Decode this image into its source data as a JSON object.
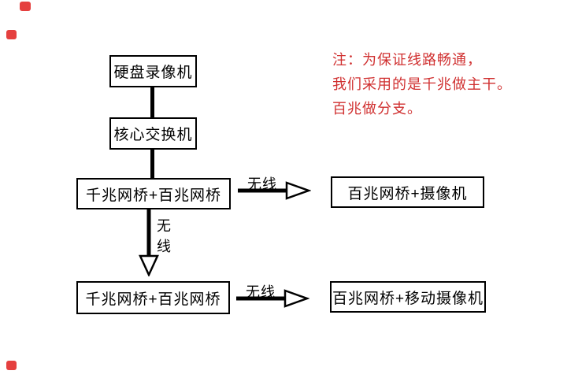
{
  "diagram": {
    "nodes": {
      "dvr": {
        "label": "硬盘录像机"
      },
      "core_switch": {
        "label": "核心交换机"
      },
      "bridge_top": {
        "label": "千兆网桥+百兆网桥"
      },
      "bridge_bottom": {
        "label": "千兆网桥+百兆网桥"
      },
      "camera": {
        "label": "百兆网桥+摄像机"
      },
      "mobile_camera": {
        "label": "百兆网桥+移动摄像机"
      }
    },
    "edge_labels": {
      "wireless_top": "无线",
      "wireless_bottom": "无线",
      "wireless_down_char1": "无",
      "wireless_down_char2": "线"
    }
  },
  "note": {
    "lines": [
      "注：为保证线路畅通，",
      "我们采用的是千兆做主干。",
      "百兆做分支。"
    ],
    "color": "#d03030"
  },
  "icons": {
    "red_marker": {
      "name": "red-marker-icon",
      "shape": "rounded-square",
      "color": "#e5403f"
    },
    "arrow_right": {
      "name": "arrow-right-icon",
      "style": "hollow-head"
    },
    "arrow_down": {
      "name": "arrow-down-icon",
      "style": "hollow-head"
    }
  },
  "colors": {
    "background": "#ffffff",
    "line": "#000000",
    "note_red": "#d03030",
    "marker_red": "#e5403f"
  }
}
